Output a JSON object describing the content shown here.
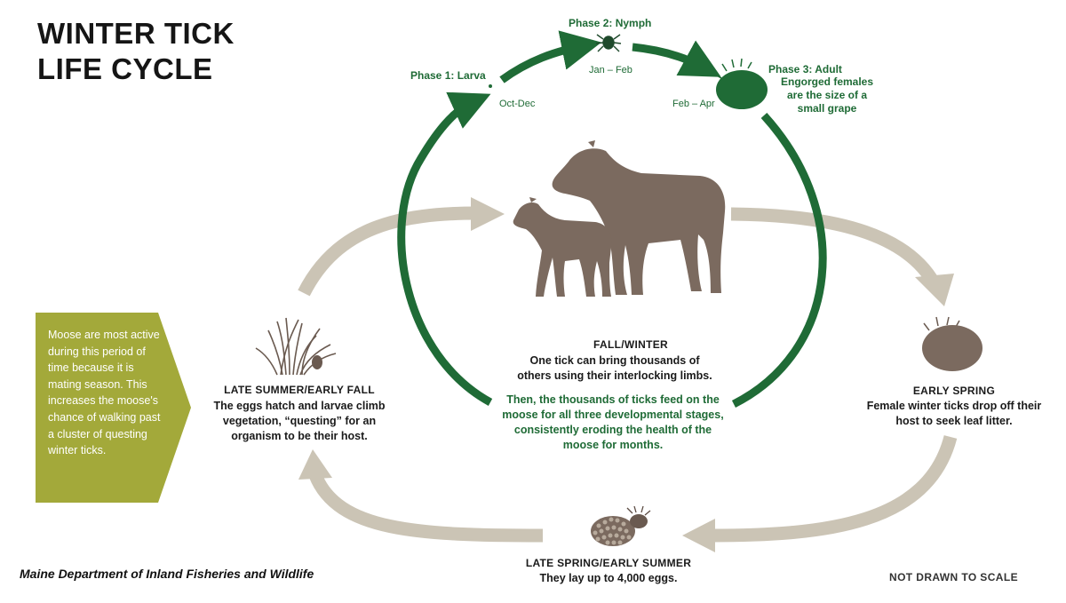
{
  "title": {
    "line1": "WINTER TICK",
    "line2": "LIFE CYCLE"
  },
  "phases": [
    {
      "label": "Phase 1: Larva",
      "date": "Oct-Dec"
    },
    {
      "label": "Phase 2: Nymph",
      "date": "Jan – Feb"
    },
    {
      "label": "Phase 3: Adult",
      "date": "Feb – Apr",
      "description": "Engorged females are the size of a small grape"
    }
  ],
  "stages": {
    "fall_winter": {
      "title": "FALL/WINTER",
      "description": "One tick can bring thousands of others using their interlocking limbs.",
      "detail": "Then, the thousands of ticks feed on the moose for all three developmental stages, consistently eroding the health of the moose for months."
    },
    "early_spring": {
      "title": "EARLY SPRING",
      "description": "Female winter ticks drop off their host to seek leaf litter."
    },
    "late_spring": {
      "title": "LATE SPRING/EARLY SUMMER",
      "description": "They lay up to 4,000 eggs."
    },
    "late_summer": {
      "title": "LATE SUMMER/EARLY FALL",
      "description": "The eggs hatch and larvae climb vegetation, “questing” for an organism to be their host."
    }
  },
  "side_note": "Moose are most active during this period of time because it is mating season. This increases the moose's chance of walking past a cluster of questing winter ticks.",
  "credit": "Maine Department of Inland Fisheries and Wildlife",
  "scale_note": "NOT DRAWN TO SCALE",
  "colors": {
    "inner_cycle": "#1f6b36",
    "outer_cycle": "#cbc4b5",
    "moose": "#7b6a5f",
    "note_box": "#a3a93a"
  },
  "icons": [
    "larva-dot-icon",
    "nymph-tick-icon",
    "engorged-adult-tick-icon",
    "moose-cow-icon",
    "moose-calf-icon",
    "dropped-female-tick-icon",
    "egg-cluster-icon",
    "grass-vegetation-icon"
  ]
}
